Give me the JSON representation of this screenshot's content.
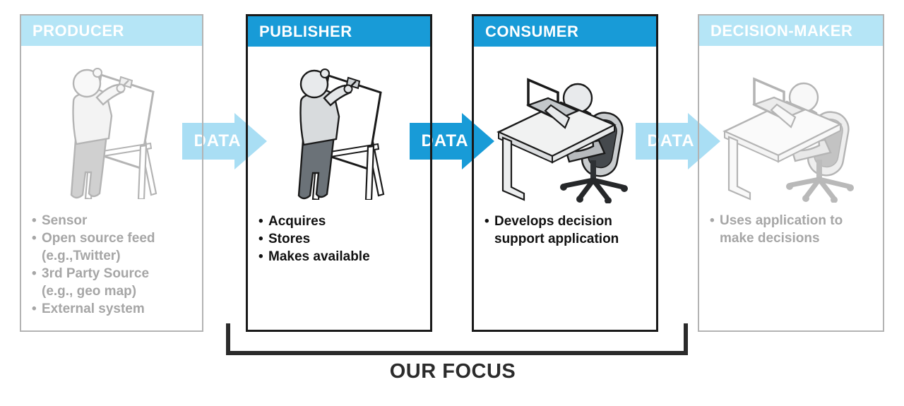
{
  "meta": {
    "bullet_char": "•"
  },
  "colors": {
    "accent_blue": "#189bd7",
    "light_blue": "#b5e5f6",
    "arrow_light": "#a9def4",
    "inactive_text": "#a6a6a6",
    "outline_black": "#1a1a1a",
    "focus_color": "#2b2b2b"
  },
  "panels": [
    {
      "id": "producer",
      "title": "PRODUCER",
      "state": "inactive",
      "illustration": "person-at-easel",
      "bullets": [
        "Sensor",
        "Open source feed\n(e.g.,Twitter)",
        "3rd Party Source\n(e.g., geo map)",
        "External system"
      ]
    },
    {
      "id": "publisher",
      "title": "PUBLISHER",
      "state": "active",
      "illustration": "person-at-easel",
      "bullets": [
        "Acquires",
        "Stores",
        "Makes available"
      ]
    },
    {
      "id": "consumer",
      "title": "CONSUMER",
      "state": "active",
      "illustration": "person-at-desk",
      "bullets": [
        "Develops decision\nsupport application"
      ]
    },
    {
      "id": "decision-maker",
      "title": "DECISION-MAKER",
      "state": "inactive",
      "illustration": "person-at-desk",
      "bullets": [
        "Uses application to\nmake decisions"
      ]
    }
  ],
  "arrows": [
    {
      "label": "DATA",
      "style": "light"
    },
    {
      "label": "DATA",
      "style": "bright"
    },
    {
      "label": "DATA",
      "style": "light"
    }
  ],
  "focus": {
    "label": "OUR FOCUS"
  }
}
